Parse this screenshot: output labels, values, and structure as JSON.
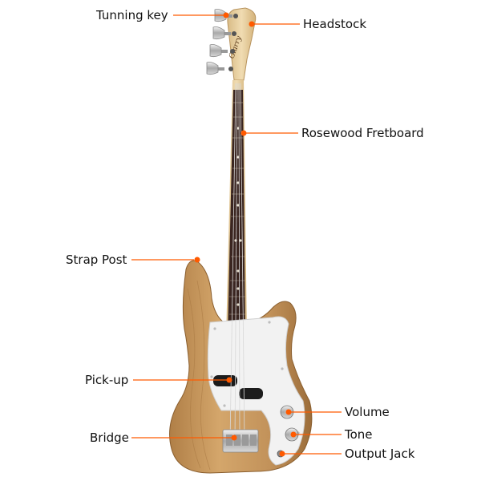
{
  "colors": {
    "callout": "#ff5a00",
    "wood": "#c99a5e",
    "wood_dark": "#9a6b36",
    "neck_maple": "#e9d2a6",
    "fretboard": "#3a2520",
    "pickguard": "#f2f2f2",
    "chrome": "#c8c8c8",
    "text": "#111111"
  },
  "callouts": [
    {
      "id": "tuning-key",
      "text": "Tunning key",
      "side": "left"
    },
    {
      "id": "headstock",
      "text": "Headstock",
      "side": "right"
    },
    {
      "id": "rosewood-fretboard",
      "text": "Rosewood Fretboard",
      "side": "right"
    },
    {
      "id": "strap-post",
      "text": "Strap Post",
      "side": "left"
    },
    {
      "id": "pick-up",
      "text": "Pick-up",
      "side": "left"
    },
    {
      "id": "volume",
      "text": "Volume",
      "side": "right"
    },
    {
      "id": "bridge",
      "text": "Bridge",
      "side": "left"
    },
    {
      "id": "tone",
      "text": "Tone",
      "side": "right"
    },
    {
      "id": "output-jack",
      "text": "Output Jack",
      "side": "right"
    }
  ],
  "headstock_logo": "Glarry",
  "icons": {
    "tuning_keys": "tuning-peg-icon",
    "knobs": "control-knob-icon"
  }
}
